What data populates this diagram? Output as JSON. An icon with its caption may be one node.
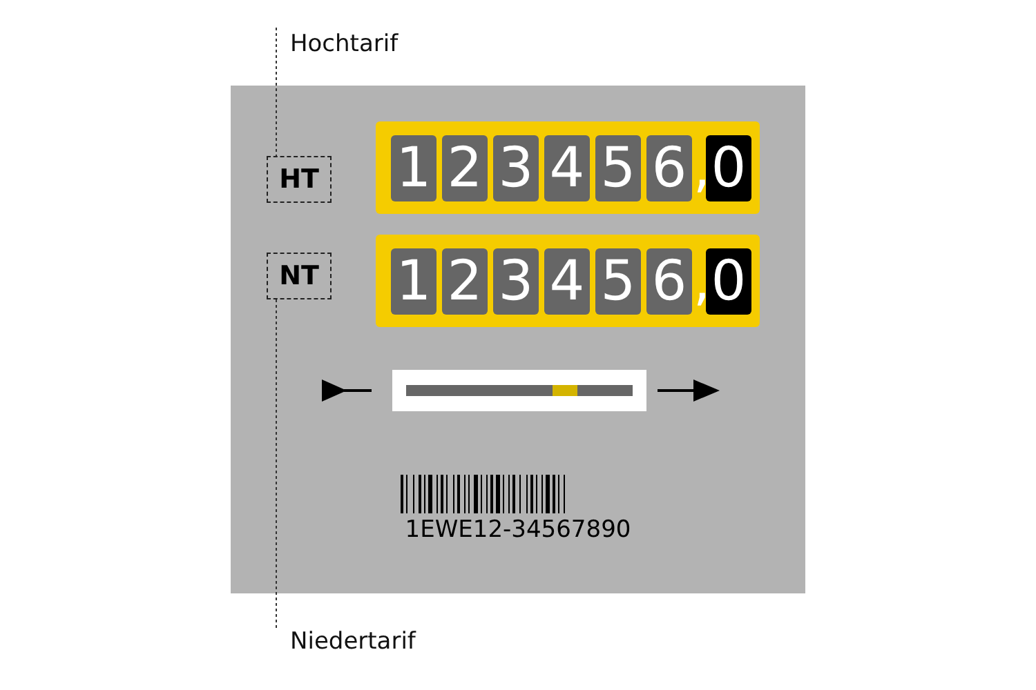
{
  "diagram": {
    "nodes": [
      {
        "text": [
          "Hochtarif"
        ]
      },
      {
        "text": [],
        "shape": "box"
      },
      {
        "text": [
          "HT"
        ],
        "in": 1
      },
      {
        "text": [
          "1",
          "2",
          "3",
          "4",
          "5",
          "6",
          ",",
          "0"
        ],
        "in": 1
      },
      {
        "text": [
          "NT"
        ],
        "in": 1
      },
      {
        "text": [
          "1",
          "2",
          "3",
          "4",
          "5",
          "6",
          ",",
          "0"
        ],
        "in": 1
      },
      {
        "text": [
          "Niedertarif"
        ]
      }
    ],
    "edges": [
      {
        "from": 0,
        "to": 2,
        "arrow": "none",
        "style": "dashed"
      },
      {
        "from": 4,
        "to": 6,
        "arrow": "none",
        "style": "dashed"
      }
    ],
    "labels": [
      "1EWE12-34567890"
    ]
  }
}
